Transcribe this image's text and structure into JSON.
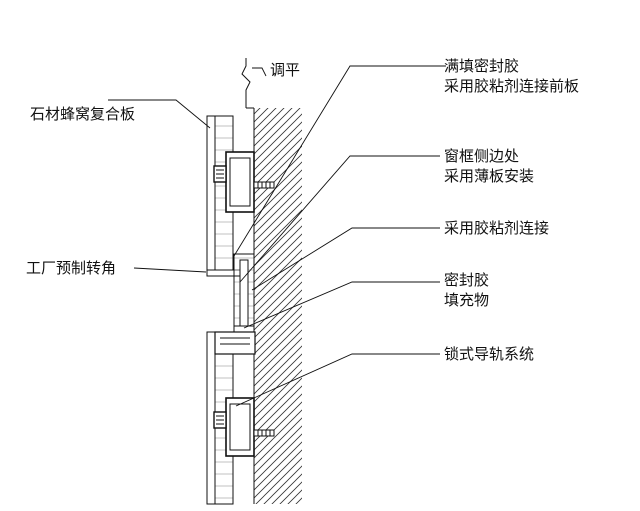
{
  "labels": {
    "adjust": "调平",
    "stone_panel": "石材蜂窝复合板",
    "factory_corner": "工厂预制转角",
    "sealant_full_1": "满填密封胶",
    "sealant_full_2": "采用胶粘剂连接前板",
    "window_1": "窗框侧边处",
    "window_2": "采用薄板安装",
    "adhesive": "采用胶粘剂连接",
    "sealant_1": "密封胶",
    "sealant_2": "填充物",
    "rail": "锁式导轨系统"
  },
  "colors": {
    "line": "#111111",
    "hatch": "#333333",
    "background": "#ffffff"
  }
}
